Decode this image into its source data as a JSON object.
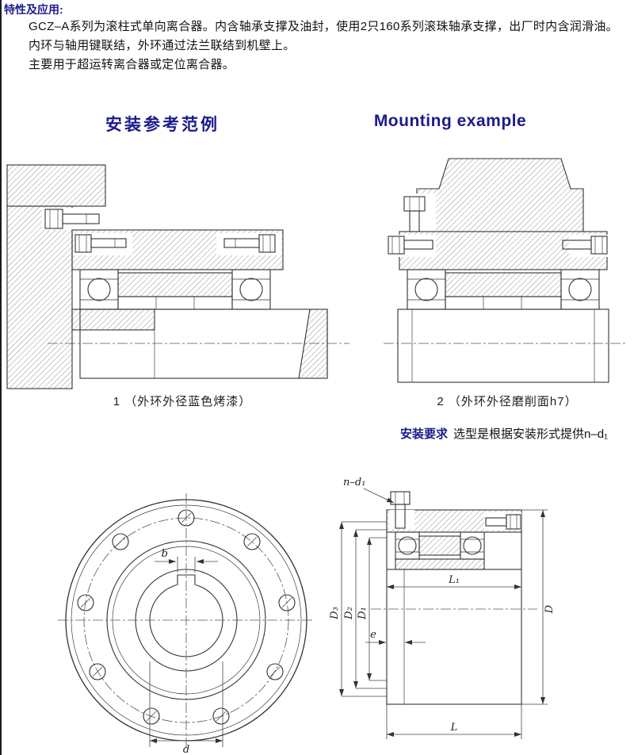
{
  "colors": {
    "accent": "#1b1b8c",
    "line": "#333333"
  },
  "header": {
    "section_title": "特性及应用:",
    "lines": [
      "GCZ–A系列为滚柱式单向离合器。内含轴承支撑及油封，使用2只160系列滚珠轴承支撑，出厂时内含润滑油。",
      "内环与轴用键联结，外环通过法兰联结到机壁上。",
      "主要用于超运转离合器或定位离合器。"
    ]
  },
  "headings": {
    "cn": "安装参考范例",
    "en": "Mounting example"
  },
  "captions": {
    "fig1": "1 （外环外径蓝色烤漆）",
    "fig2": "2 （外环外径磨削面h7）"
  },
  "note": {
    "label": "安装要求",
    "text": "选型是根据安装形式提供n–d₁"
  },
  "dims": {
    "n_d1": "n–d₁",
    "b": "b",
    "d": "d",
    "L1": "L₁",
    "L": "L",
    "D": "D",
    "D1": "D₁",
    "D2": "D₂",
    "D3": "D₃",
    "e": "e"
  }
}
